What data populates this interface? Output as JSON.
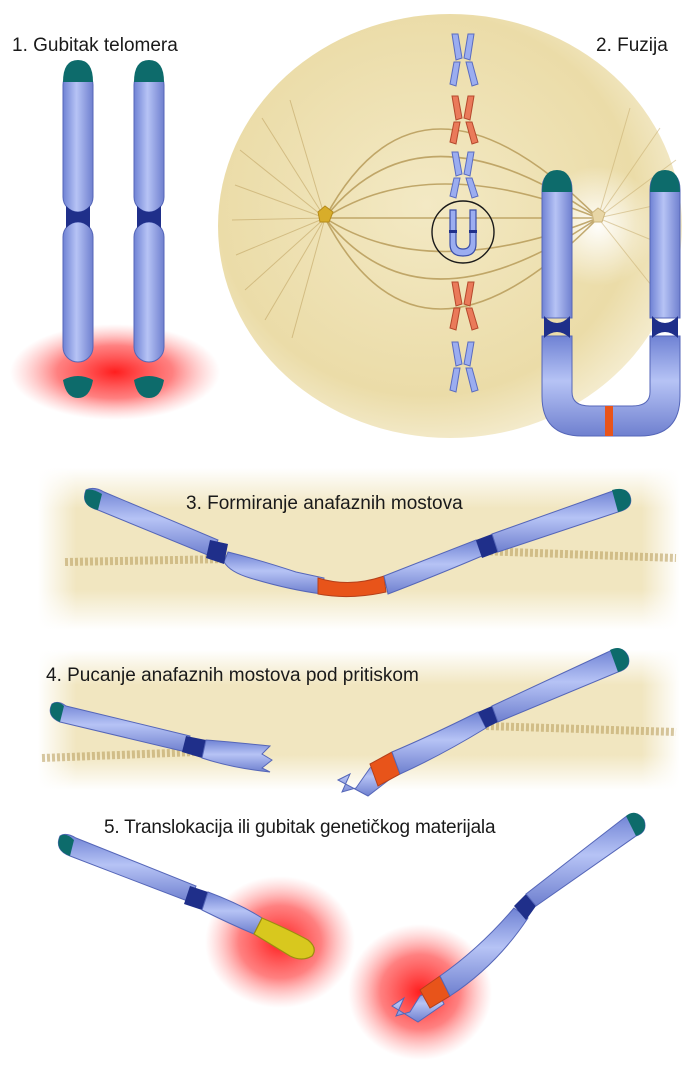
{
  "labels": {
    "step1": "1. Gubitak telomera",
    "step2": "2. Fuzija",
    "step3": "3. Formiranje anafaznih mostova",
    "step4": "4. Pucanje anafaznih mostova pod pritiskom",
    "step5": "5. Translokacija ili gubitak genetičkog materijala"
  },
  "colors": {
    "chromatid": "#8c9ee6",
    "centromere": "#1f2f8a",
    "telomere": "#0d6b6b",
    "fusion": "#e8541a",
    "red_chromosome": "#e07a5c",
    "cell": "#efe3b4",
    "band": "#efe3b8",
    "spindle": "#b89c5a",
    "damage_glow": "#ff1e1e",
    "yellow_fragment": "#d8c81e"
  }
}
